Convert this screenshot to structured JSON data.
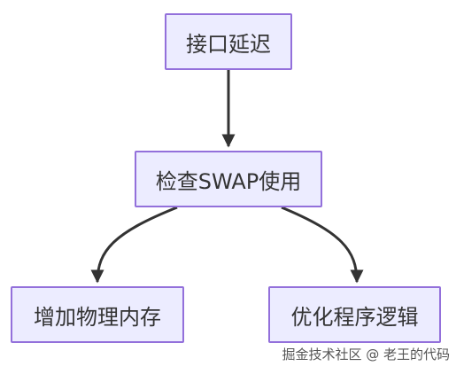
{
  "diagram": {
    "nodes": [
      {
        "id": "delay",
        "label": "接口延迟"
      },
      {
        "id": "check",
        "label": "检查SWAP使用"
      },
      {
        "id": "memory",
        "label": "增加物理内存"
      },
      {
        "id": "optimize",
        "label": "优化程序逻辑"
      }
    ],
    "edges": [
      {
        "from": "delay",
        "to": "check"
      },
      {
        "from": "check",
        "to": "memory"
      },
      {
        "from": "check",
        "to": "optimize"
      }
    ]
  },
  "colors": {
    "node_fill": "#ECECFF",
    "node_border": "#9370DB",
    "edge": "#333333",
    "text": "#333333"
  },
  "watermark": "掘金技术社区 @ 老王的代码"
}
